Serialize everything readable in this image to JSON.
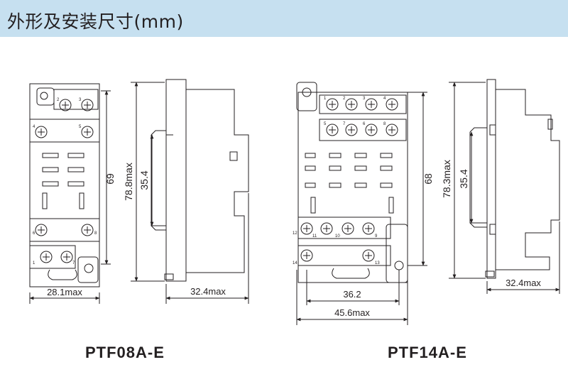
{
  "header": {
    "title": "外形及安装尺寸(mm)",
    "background": "#c6e0f0"
  },
  "models": [
    {
      "name": "PTF08A-E",
      "front": {
        "height": "69",
        "width": "28.1max",
        "terminals": [
          "2",
          "3",
          "4",
          "5",
          "6",
          "8",
          "1",
          "7"
        ]
      },
      "side": {
        "height": "78.8max",
        "rail": "35.4",
        "depth": "32.4max"
      }
    },
    {
      "name": "PTF14A-E",
      "front": {
        "height": "68",
        "pitch": "36.2",
        "width": "45.6max",
        "terminals": [
          "1",
          "2",
          "3",
          "4",
          "5",
          "6",
          "7",
          "8",
          "9",
          "10",
          "11",
          "12",
          "13",
          "14"
        ]
      },
      "side": {
        "height": "78.3max",
        "rail": "35.4",
        "depth": "32.4max"
      }
    }
  ],
  "colors": {
    "line": "#231f20",
    "header_bg": "#c6e0f0"
  }
}
